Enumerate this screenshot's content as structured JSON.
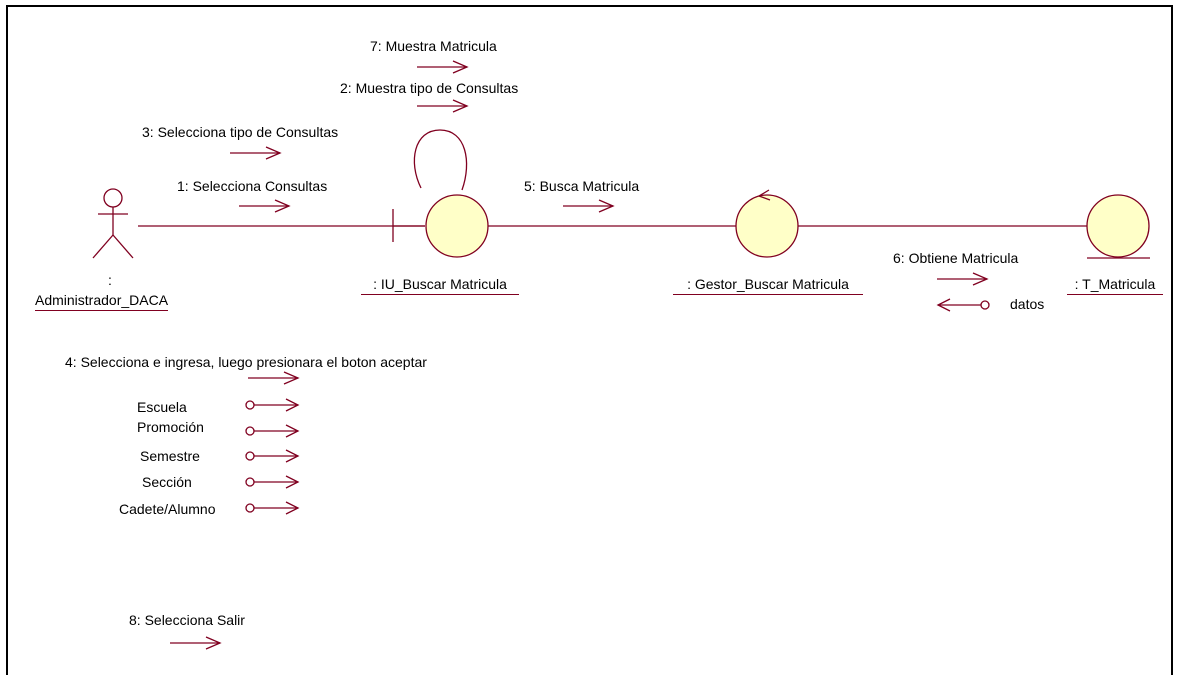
{
  "messages": {
    "m1": "1: Selecciona Consultas",
    "m2": "2: Muestra tipo de Consultas",
    "m3": "3: Selecciona tipo de Consultas",
    "m4": "4: Selecciona e ingresa, luego presionara el boton aceptar",
    "m5": "5: Busca Matricula",
    "m6": "6: Obtiene Matricula",
    "m7": "7: Muestra Matricula",
    "m8": "8: Selecciona Salir"
  },
  "objects": {
    "actor_prefix": ":",
    "actor_name": "Administrador_DACA",
    "boundary": ": IU_Buscar Matricula",
    "control": ": Gestor_Buscar Matricula",
    "entity": ": T_Matricula"
  },
  "data_flows": {
    "datos": "datos",
    "params": [
      "Escuela",
      "Promoción",
      "Semestre",
      "Sección",
      "Cadete/Alumno"
    ]
  },
  "colors": {
    "line": "#800020",
    "fill": "#ffffc8",
    "text": "#000000"
  }
}
